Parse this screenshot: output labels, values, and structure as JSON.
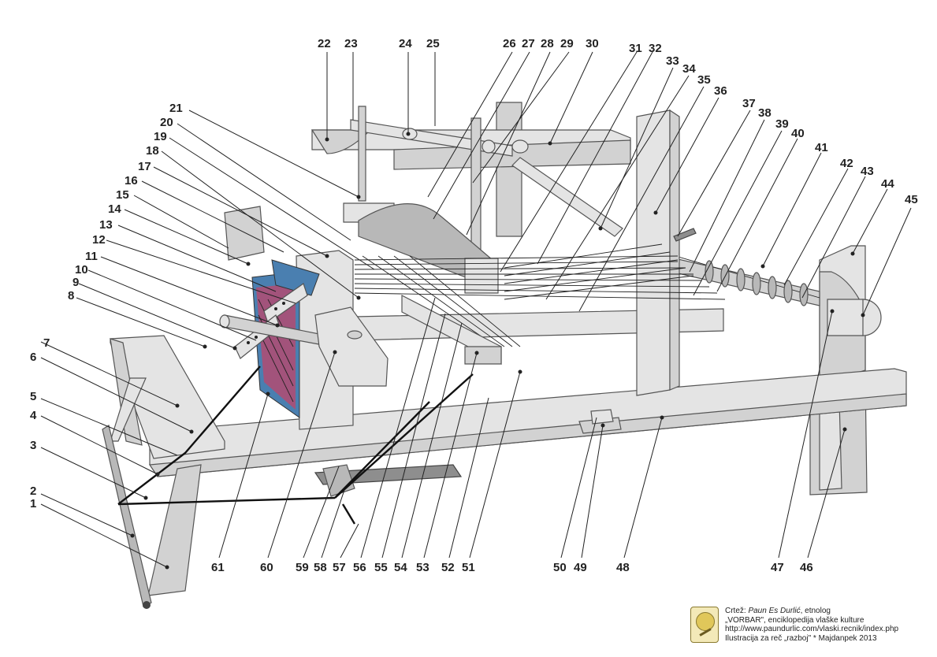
{
  "labels": [
    "1",
    "2",
    "3",
    "4",
    "5",
    "6",
    "7",
    "8",
    "9",
    "10",
    "11",
    "12",
    "13",
    "14",
    "15",
    "16",
    "17",
    "18",
    "19",
    "20",
    "21",
    "22",
    "23",
    "24",
    "25",
    "26",
    "27",
    "28",
    "29",
    "30",
    "31",
    "32",
    "33",
    "34",
    "35",
    "36",
    "37",
    "38",
    "39",
    "40",
    "41",
    "42",
    "43",
    "44",
    "45",
    "46",
    "47",
    "48",
    "49",
    "50",
    "51",
    "52",
    "53",
    "54",
    "55",
    "56",
    "57",
    "58",
    "59",
    "60",
    "61"
  ],
  "credits": {
    "line1_prefix": "Crtež: ",
    "line1_author": "Paun  Es Durlić",
    "line1_suffix": ", etnolog",
    "line2": "„VORBAR\", enciklopedija vlaške kulture",
    "line3": "http://www.paundurlic.com/vlaski.recnik/index.php",
    "line4": "Ilustracija za reč „razboj\" * Majdanpek 2013"
  },
  "colors": {
    "wood_light": "#e4e4e4",
    "wood_mid": "#d2d2d2",
    "wood_dark": "#8e8e8e",
    "fabric_red": "#c0446a",
    "fabric_blue": "#4a7fb0",
    "outline": "#555555"
  }
}
